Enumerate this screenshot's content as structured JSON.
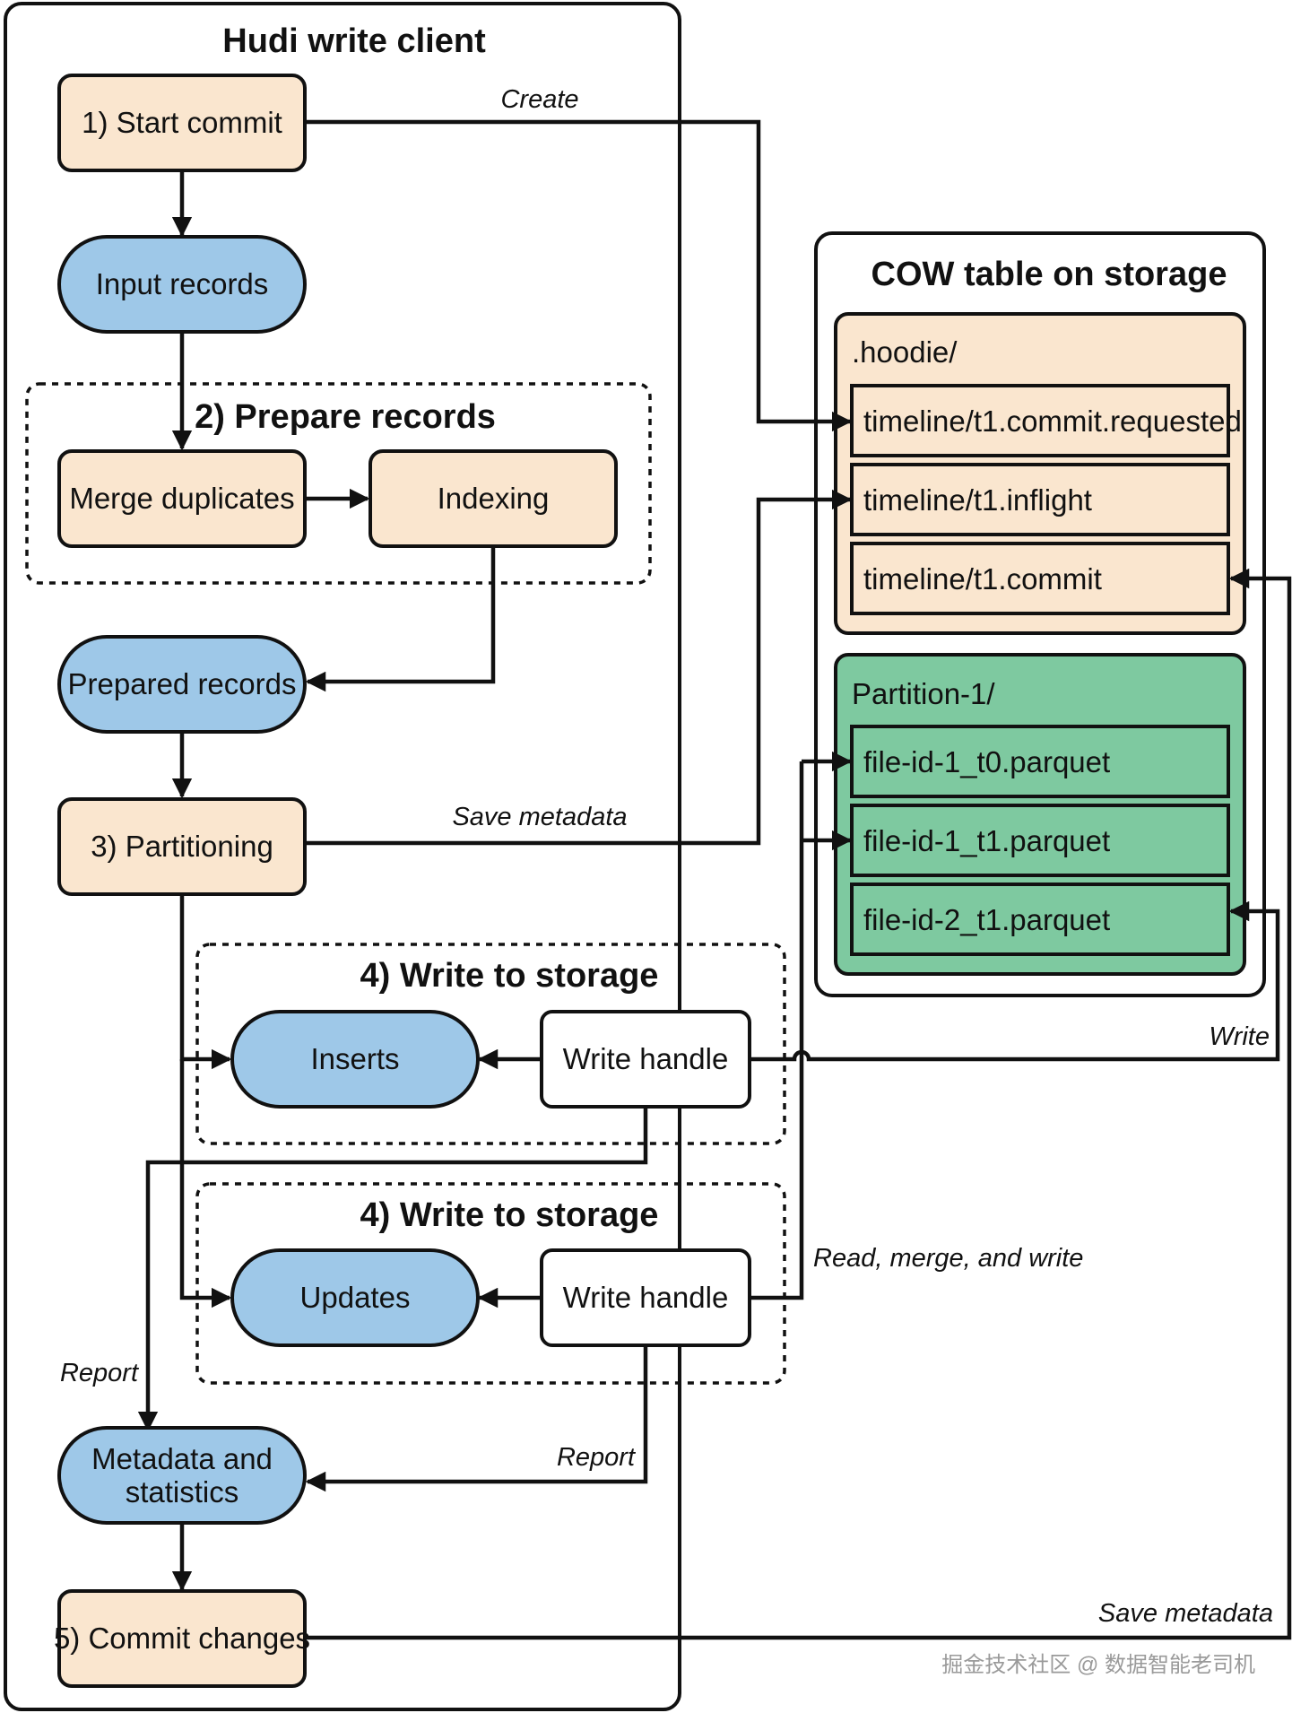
{
  "client": {
    "title": "Hudi write client",
    "start_commit": "1) Start commit",
    "input_records": "Input records",
    "prepare_title": "2) Prepare records",
    "merge_duplicates": "Merge duplicates",
    "indexing": "Indexing",
    "prepared_records": "Prepared records",
    "partitioning": "3) Partitioning",
    "write_group_1": {
      "title": "4) Write to storage",
      "target": "Inserts",
      "handle": "Write handle"
    },
    "write_group_2": {
      "title": "4) Write to storage",
      "target": "Updates",
      "handle": "Write handle"
    },
    "metadata_line1": "Metadata and",
    "metadata_line2": "statistics",
    "commit_changes": "5) Commit changes"
  },
  "storage": {
    "title": "COW table on storage",
    "hoodie": {
      "label": ".hoodie/",
      "files": [
        "timeline/t1.commit.requested",
        "timeline/t1.inflight",
        "timeline/t1.commit"
      ]
    },
    "partition": {
      "label": "Partition-1/",
      "files": [
        "file-id-1_t0.parquet",
        "file-id-1_t1.parquet",
        "file-id-2_t1.parquet"
      ]
    }
  },
  "edges": {
    "create": "Create",
    "save_metadata_top": "Save metadata",
    "write": "Write",
    "read_merge_write": "Read, merge, and write",
    "report_left": "Report",
    "report_right": "Report",
    "save_metadata_bottom": "Save metadata"
  },
  "watermark": "掘金技术社区 @ 数据智能老司机",
  "colors": {
    "peach": "#fae6cf",
    "blue": "#9ec8e8",
    "green": "#7ec9a0"
  }
}
